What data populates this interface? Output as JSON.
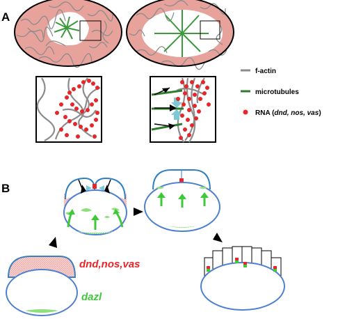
{
  "panels": {
    "a_label": "A",
    "b_label": "B"
  },
  "legend": {
    "factin": "f-actin",
    "microtubules": "microtubules",
    "rna_prefix": "RNA (",
    "rna_genes": "dnd, nos, vas",
    "rna_suffix": ")"
  },
  "labels": {
    "red_genes": "dnd,nos,vas",
    "green_gene": "dazl"
  },
  "colors": {
    "actin": "#8c8c8c",
    "microtubule": "#3b9a3b",
    "rna": "#e8262a",
    "cortex": "#e8a29c",
    "embryo_outline": "#4f7fd0",
    "dazl_green": "#3ec83a",
    "cyan_arrow": "#7cc8d4"
  }
}
